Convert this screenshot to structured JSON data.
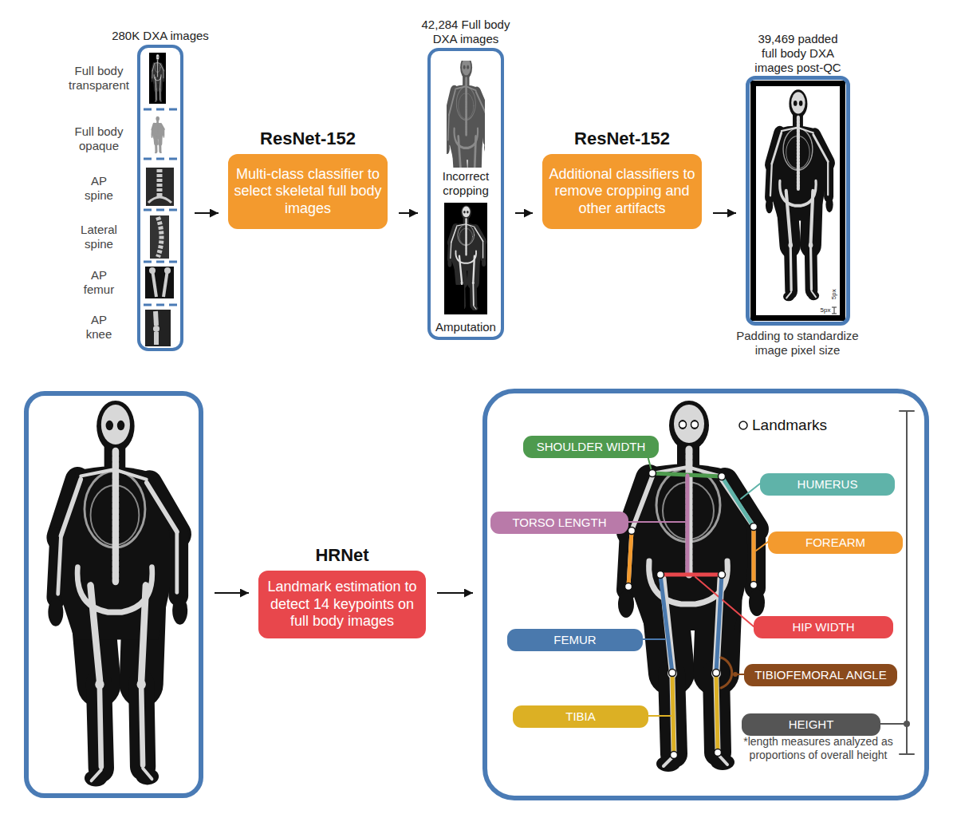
{
  "diagram": {
    "nodes": [
      {
        "text": [
          "280K DXA images"
        ]
      },
      {
        "text": [
          "ResNet-152",
          "Multi-class classifier to select skeletal full body images"
        ]
      },
      {
        "text": [
          "42,284 Full body DXA images",
          "Incorrect cropping",
          "Amputation"
        ]
      },
      {
        "text": [
          "ResNet-152",
          "Additional classifiers to remove cropping and other artifacts"
        ]
      },
      {
        "text": [
          "39,469 padded full body DXA images post-QC"
        ]
      },
      {
        "text": []
      },
      {
        "text": [
          "HRNet",
          "Landmark estimation to detect 14 keypoints on full body images"
        ]
      },
      {
        "text": []
      },
      {
        "text": [
          "SHOULDER WIDTH"
        ],
        "in": 7
      },
      {
        "text": [
          "HUMERUS"
        ],
        "in": 7
      },
      {
        "text": [
          "TORSO LENGTH"
        ],
        "in": 7
      },
      {
        "text": [
          "FOREARM"
        ],
        "in": 7
      },
      {
        "text": [
          "HIP WIDTH"
        ],
        "in": 7
      },
      {
        "text": [
          "FEMUR"
        ],
        "in": 7
      },
      {
        "text": [
          "TIBIOFEMORAL ANGLE"
        ],
        "in": 7
      },
      {
        "text": [
          "TIBIA"
        ],
        "in": 7
      },
      {
        "text": [
          "HEIGHT"
        ],
        "in": 7
      }
    ],
    "edges": [
      {
        "from": 0,
        "to": 1,
        "arrow": "to"
      },
      {
        "from": 1,
        "to": 2,
        "arrow": "to"
      },
      {
        "from": 2,
        "to": 3,
        "arrow": "to"
      },
      {
        "from": 3,
        "to": 4,
        "arrow": "to"
      },
      {
        "from": 5,
        "to": 6,
        "arrow": "to"
      },
      {
        "from": 6,
        "to": 7,
        "arrow": "to"
      }
    ],
    "labels": [
      "Full body transparent",
      "Full body opaque",
      "AP spine",
      "Lateral spine",
      "AP femur",
      "AP knee",
      "Padding to standardize image pixel size",
      "5px",
      "5px",
      "*length measures analyzed as proportions of overall height"
    ],
    "legend": [
      {
        "text": "Landmarks"
      }
    ]
  }
}
